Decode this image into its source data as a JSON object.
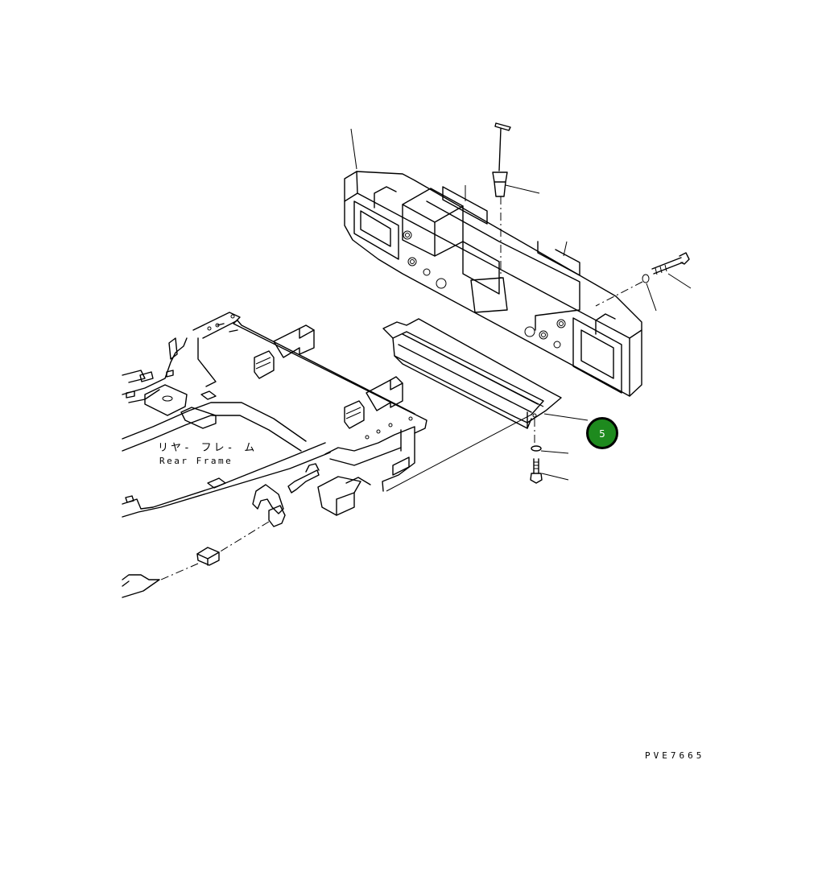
{
  "labels": {
    "rear_frame_jp": "リヤ- フレ- ム",
    "rear_frame_en": "Rear Frame",
    "drawing_code": "PVE7665"
  },
  "callout": {
    "number": "5",
    "color": "#1e8a1e"
  }
}
